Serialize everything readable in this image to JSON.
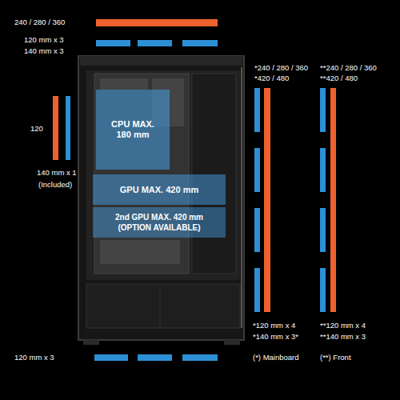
{
  "diagram": {
    "nodes": [
      {
        "text": [
          "CPU MAX. 180 mm"
        ]
      },
      {
        "text": [
          "GPU MAX. 420 mm"
        ]
      },
      {
        "text": [
          "2nd GPU MAX. 420 mm (OPTION AVAILABLE)"
        ]
      }
    ],
    "labels": [
      "240 / 280 / 360",
      "120 mm x 3",
      "140 mm x 3",
      "120",
      "140 mm x 1",
      "(Included)",
      "*240 / 280 / 360",
      "*420 / 480",
      "**240 / 280 / 360",
      "**420 / 480",
      "*120 mm x 4",
      "*140 mm x 3*",
      "**120 mm x 4",
      "**140 mm x 3",
      "120 mm x 3",
      "(*) Mainboard",
      "(**) Front"
    ]
  }
}
